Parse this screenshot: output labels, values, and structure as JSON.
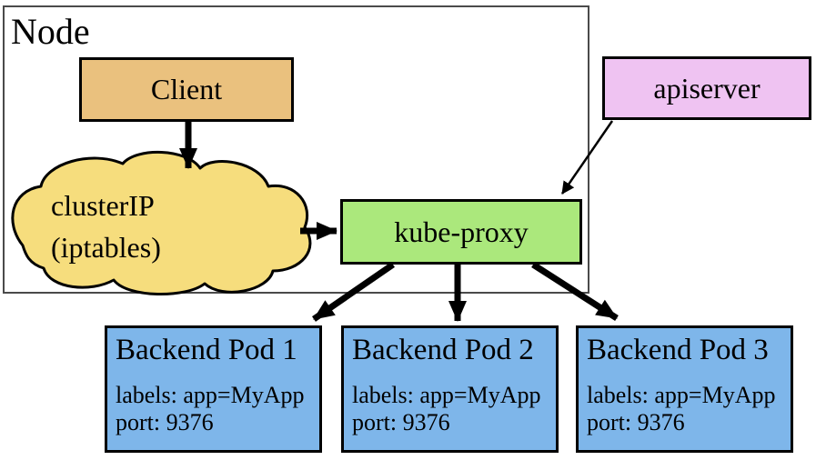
{
  "colors": {
    "client_fill": "#EAC17E",
    "cloud_fill": "#F6DD7D",
    "kube_proxy_fill": "#ABE87C",
    "apiserver_fill": "#EFC3F2",
    "pod_fill": "#7EB6EA",
    "arrow": "#000000",
    "node_border": "#4A4A4A",
    "box_border": "#000000"
  },
  "node": {
    "label": "Node"
  },
  "client": {
    "label": "Client"
  },
  "cluster_ip": {
    "line1": "clusterIP",
    "line2": "(iptables)"
  },
  "kube_proxy": {
    "label": "kube-proxy"
  },
  "apiserver": {
    "label": "apiserver"
  },
  "pods": [
    {
      "title": "Backend Pod 1",
      "labels_line": "labels: app=MyApp",
      "port_line": "port: 9376"
    },
    {
      "title": "Backend Pod 2",
      "labels_line": "labels: app=MyApp",
      "port_line": "port: 9376"
    },
    {
      "title": "Backend Pod 3",
      "labels_line": "labels: app=MyApp",
      "port_line": "port: 9376"
    }
  ]
}
